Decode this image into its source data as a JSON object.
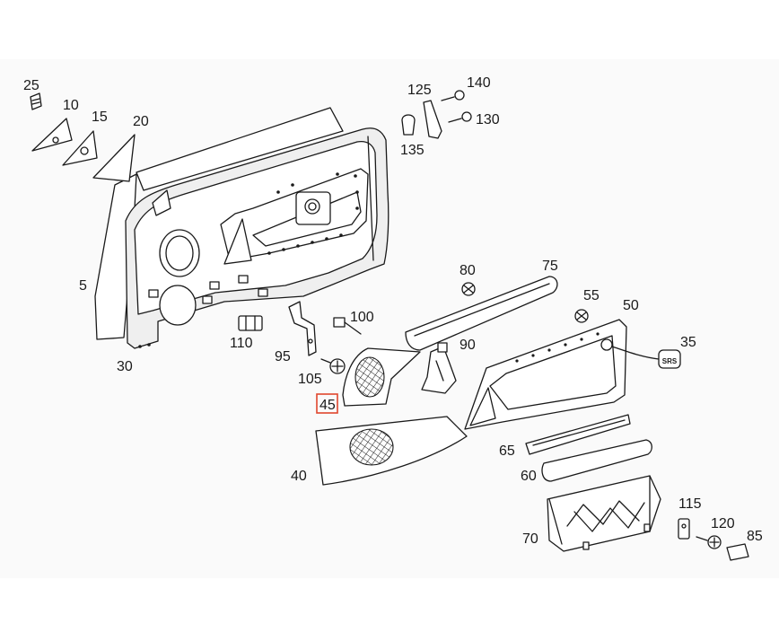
{
  "diagram": {
    "highlight_color": "#e0472e",
    "highlighted_part": "45",
    "callouts": [
      {
        "id": "25",
        "label": "25"
      },
      {
        "id": "10",
        "label": "10"
      },
      {
        "id": "15",
        "label": "15"
      },
      {
        "id": "20",
        "label": "20"
      },
      {
        "id": "5",
        "label": "5"
      },
      {
        "id": "30",
        "label": "30"
      },
      {
        "id": "110",
        "label": "110"
      },
      {
        "id": "95",
        "label": "95"
      },
      {
        "id": "100",
        "label": "100"
      },
      {
        "id": "105",
        "label": "105"
      },
      {
        "id": "45",
        "label": "45"
      },
      {
        "id": "40",
        "label": "40"
      },
      {
        "id": "125",
        "label": "125"
      },
      {
        "id": "140",
        "label": "140"
      },
      {
        "id": "130",
        "label": "130"
      },
      {
        "id": "135",
        "label": "135"
      },
      {
        "id": "80",
        "label": "80"
      },
      {
        "id": "75",
        "label": "75"
      },
      {
        "id": "55",
        "label": "55"
      },
      {
        "id": "50",
        "label": "50"
      },
      {
        "id": "90",
        "label": "90"
      },
      {
        "id": "35",
        "label": "35"
      },
      {
        "id": "65",
        "label": "65"
      },
      {
        "id": "60",
        "label": "60"
      },
      {
        "id": "70",
        "label": "70"
      },
      {
        "id": "115",
        "label": "115"
      },
      {
        "id": "120",
        "label": "120"
      },
      {
        "id": "85",
        "label": "85"
      }
    ],
    "airbag_badge": "SRS"
  }
}
